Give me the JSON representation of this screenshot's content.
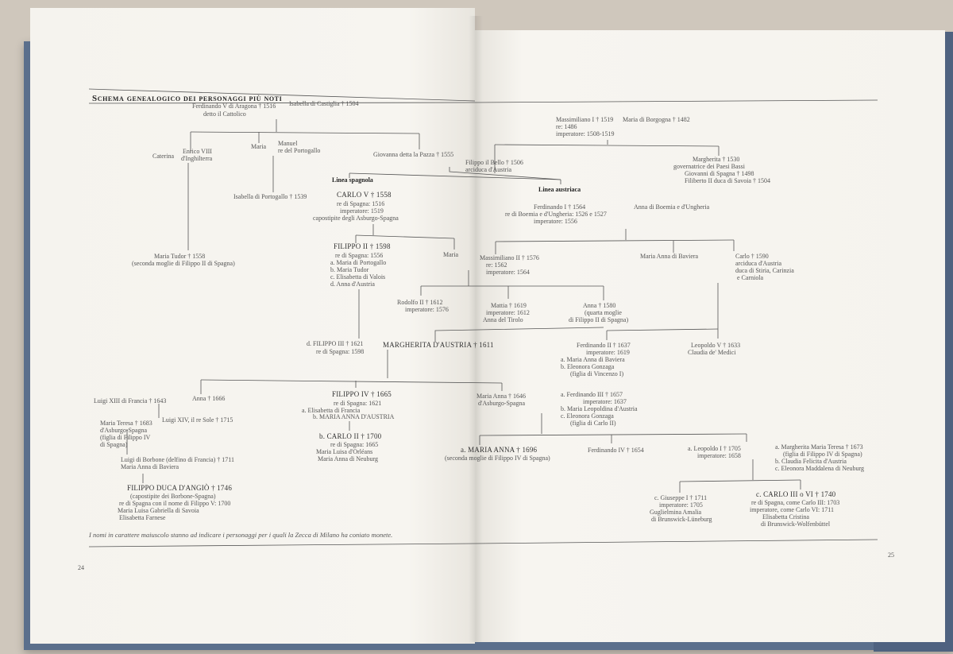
{
  "title": "Schema genealogico dei personaggi più noti",
  "footnote": "I nomi in carattere maiuscolo stanno ad indicare i personaggi per i quali la Zecca di Milano ha coniato monete.",
  "page_left": "24",
  "page_right": "25",
  "labels": {
    "linea_spagnola": "Linea spagnola",
    "linea_austriaca": "Linea austriaca"
  },
  "entries": {
    "ferdinando_v": "Ferdinando V di Aragona † 1516",
    "ferdinando_v_2": "detto il Cattolico",
    "isabella_castiglia": "Isabella di Castiglia † 1504",
    "caterina": "Caterina",
    "enrico_viii": "Enrico VIII",
    "enrico_viii_2": "d'Inghilterra",
    "maria_1": "Maria",
    "manuel": "Manuel",
    "manuel_2": "re del Portogallo",
    "giovanna": "Giovanna detta la Pazza † 1555",
    "filippo_bello": "Filippo il Bello † 1506",
    "filippo_bello_2": "arciduca d'Austria",
    "massimiliano_i": "Massimiliano I † 1519",
    "massimiliano_i_2": "re: 1486",
    "massimiliano_i_3": "imperatore: 1508-1519",
    "maria_borgogna": "Maria di Borgogna † 1482",
    "margherita": "Margherita † 1530",
    "margherita_2": "governatrice dei Paesi Bassi",
    "margherita_3": "Giovanni di Spagna † 1498",
    "margherita_4": "Filiberto II duca di Savoia † 1504",
    "isabella_portogallo": "Isabella di Portogallo † 1539",
    "carlo_v": "CARLO V † 1558",
    "carlo_v_2": "re di Spagna: 1516",
    "carlo_v_3": "imperatore: 1519",
    "carlo_v_4": "capostipite degli Asburgo-Spagna",
    "ferdinando_i": "Ferdinando I † 1564",
    "ferdinando_i_2": "re di Boemia e d'Ungheria: 1526 e 1527",
    "ferdinando_i_3": "imperatore: 1556",
    "anna_boemia": "Anna di Boemia e d'Ungheria",
    "maria_tudor": "Maria Tudor † 1558",
    "maria_tudor_2": "(seconda moglie di Filippo II di Spagna)",
    "filippo_ii": "FILIPPO II † 1598",
    "filippo_ii_2": "re di Spagna: 1556",
    "filippo_ii_3": "a. Maria di Portogallo",
    "filippo_ii_4": "b. Maria Tudor",
    "filippo_ii_5": "c. Elisabetta di Valois",
    "filippo_ii_6": "d. Anna d'Austria",
    "maria_2": "Maria",
    "massimiliano_ii": "Massimiliano II † 1576",
    "massimiliano_ii_2": "re: 1562",
    "massimiliano_ii_3": "imperatore: 1564",
    "maria_baviera": "Maria Anna di Baviera",
    "carlo_austria": "Carlo † 1590",
    "carlo_austria_2": "arciduca d'Austria",
    "carlo_austria_3": "duca di Stiria, Carinzia",
    "carlo_austria_4": "e Carniola",
    "rodolfo_ii": "Rodolfo II † 1612",
    "rodolfo_ii_2": "imperatore: 1576",
    "mattia": "Mattia † 1619",
    "mattia_2": "imperatore: 1612",
    "mattia_3": "Anna del Tirolo",
    "anna_1580": "Anna † 1580",
    "anna_1580_2": "(quarta moglie",
    "anna_1580_3": "di Filippo II di Spagna)",
    "filippo_iii": "d. FILIPPO III † 1621",
    "filippo_iii_2": "re di Spagna: 1598",
    "margherita_austria": "MARGHERITA D'AUSTRIA † 1611",
    "ferdinando_ii": "Ferdinando II † 1637",
    "ferdinando_ii_2": "imperatore: 1619",
    "ferdinando_ii_3": "a. Maria Anna di Baviera",
    "ferdinando_ii_4": "b. Eleonora Gonzaga",
    "ferdinando_ii_5": "(figlia di Vincenzo I)",
    "leopoldo_v": "Leopoldo V † 1633",
    "leopoldo_v_2": "Claudia de' Medici",
    "luigi_xiii": "Luigi XIII di Francia † 1643",
    "anna_1666": "Anna † 1666",
    "filippo_iv": "FILIPPO IV † 1665",
    "filippo_iv_2": "re di Spagna: 1621",
    "filippo_iv_3": "a. Elisabetta di Francia",
    "filippo_iv_4": "b. MARIA ANNA D'AUSTRIA",
    "maria_anna_1646": "Maria Anna † 1646",
    "maria_anna_1646_2": "d'Asburgo-Spagna",
    "ferdinando_iii": "a. Ferdinando III † 1657",
    "ferdinando_iii_2": "imperatore: 1637",
    "ferdinando_iii_3": "b. Maria Leopoldina d'Austria",
    "ferdinando_iii_4": "c. Eleonora Gonzaga",
    "ferdinando_iii_5": "(figlia di Carlo II)",
    "maria_teresa": "Maria Teresa † 1683",
    "maria_teresa_2": "d'Asburgo-Spagna",
    "maria_teresa_3": "(figlia di Filippo IV",
    "maria_teresa_4": "di Spagna)",
    "luigi_xiv": "Luigi XIV, il re Sole † 1715",
    "carlo_ii": "b. CARLO II † 1700",
    "carlo_ii_2": "re di Spagna: 1665",
    "carlo_ii_3": "Maria Luisa d'Orléans",
    "carlo_ii_4": "Maria Anna di Neuburg",
    "maria_anna_1696": "a. MARIA ANNA † 1696",
    "maria_anna_1696_2": "(seconda moglie di Filippo IV di Spagna)",
    "ferdinando_iv": "Ferdinando IV † 1654",
    "leopoldo_i": "a. Leopoldo I † 1705",
    "leopoldo_i_2": "imperatore: 1658",
    "leopoldo_mogli": "a. Margherita Maria Teresa † 1673",
    "leopoldo_mogli_2": "(figlia di Filippo IV di Spagna)",
    "leopoldo_mogli_3": "b. Claudia Felicita d'Austria",
    "leopoldo_mogli_4": "c. Eleonora Maddalena di Neuburg",
    "luigi_borbone": "Luigi di Borbone (delfino di Francia) † 1711",
    "luigi_borbone_2": "Maria Anna di Baviera",
    "filippo_angio": "FILIPPO DUCA D'ANGIÒ † 1746",
    "filippo_angio_2": "(capostipite dei Borbone-Spagna)",
    "filippo_angio_3": "re di Spagna con il nome di Filippo V: 1700",
    "filippo_angio_4": "Maria Luisa Gabriella di Savoia",
    "filippo_angio_5": "Elisabetta Farnese",
    "giuseppe_i": "c. Giuseppe I † 1711",
    "giuseppe_i_2": "imperatore: 1705",
    "giuseppe_i_3": "Guglielmina Amalia",
    "giuseppe_i_4": "di Brunswick-Lüneburg",
    "carlo_vi": "c. CARLO III o VI † 1740",
    "carlo_vi_2": "re di Spagna, come Carlo III: 1703",
    "carlo_vi_3": "imperatore, come Carlo VI: 1711",
    "carlo_vi_4": "Elisabetta Cristina",
    "carlo_vi_5": "di Brunswick-Wolfenbüttel"
  }
}
